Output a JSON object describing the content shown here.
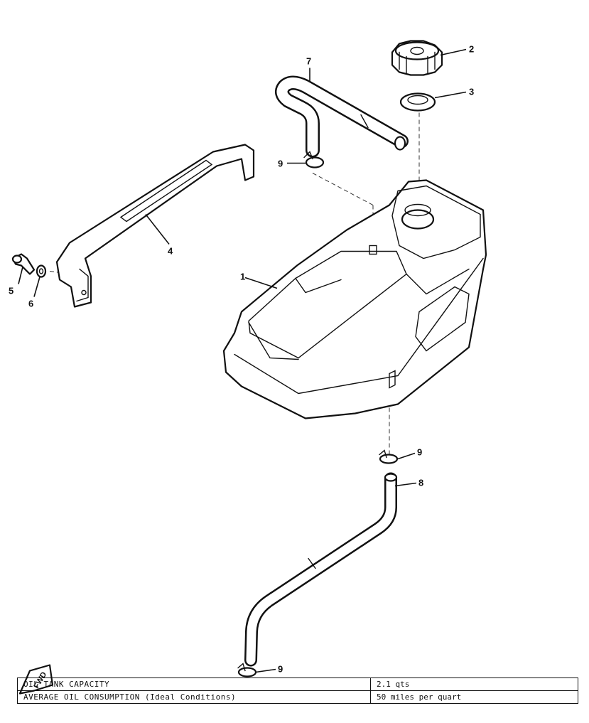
{
  "callouts": {
    "c1": "1",
    "c2": "2",
    "c3": "3",
    "c4": "4",
    "c5": "5",
    "c6": "6",
    "c7": "7",
    "c8": "8",
    "c9_top": "9",
    "c9_mid": "9",
    "c9_bottom": "9"
  },
  "fwd_label": "FWD",
  "specs": {
    "rows": [
      {
        "label": "OIL TANK CAPACITY",
        "value": "2.1 qts"
      },
      {
        "label": "AVERAGE OIL CONSUMPTION (Ideal Conditions)",
        "value": "50 miles per quart"
      }
    ]
  }
}
